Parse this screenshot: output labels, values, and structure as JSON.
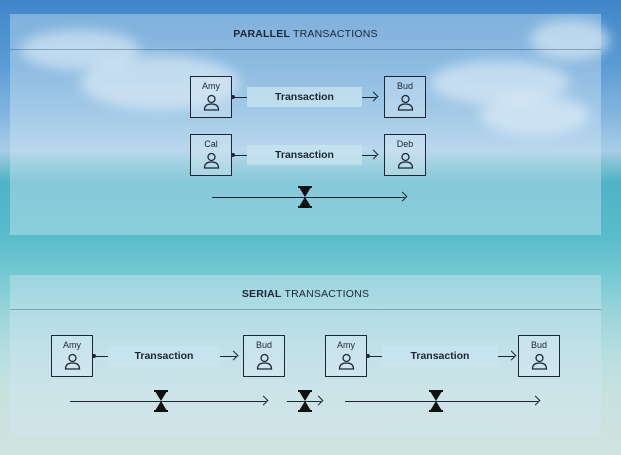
{
  "parallel": {
    "title_bold": "PARALLEL",
    "title_rest": " TRANSACTIONS",
    "rows": [
      {
        "from": "Amy",
        "label": "Transaction",
        "to": "Bud"
      },
      {
        "from": "Cal",
        "label": "Transaction",
        "to": "Deb"
      }
    ]
  },
  "serial": {
    "title_bold": "SERIAL",
    "title_rest": " TRANSACTIONS",
    "rows": [
      {
        "from": "Amy",
        "label": "Transaction",
        "to": "Bud"
      },
      {
        "from": "Amy",
        "label": "Transaction",
        "to": "Bud"
      }
    ]
  },
  "icons": {
    "node": "person-icon",
    "timer": "hourglass-icon"
  }
}
